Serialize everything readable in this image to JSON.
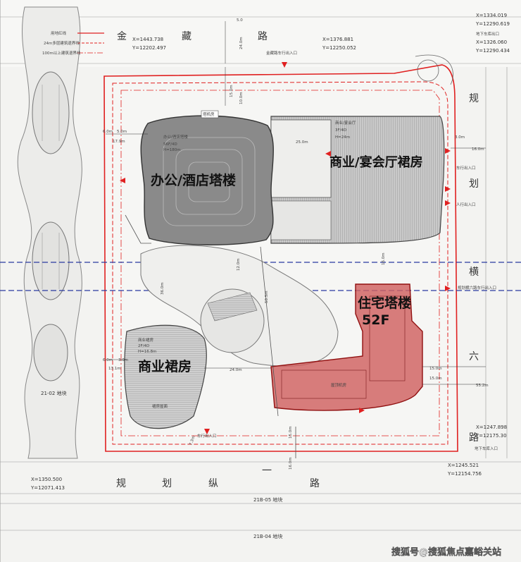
{
  "big_labels": {
    "office_hotel_tower": "办公/酒店塔楼",
    "commercial_banquet_podium": "商业/宴会厅裙房",
    "residential_tower": "住宅塔楼",
    "residential_floors": "52F",
    "commercial_podium": "商业裙房"
  },
  "roads": {
    "north_road_chars": [
      "金",
      "藏",
      "路"
    ],
    "east_road_chars": [
      "规",
      "划",
      "横",
      "六",
      "路"
    ],
    "south_road_chars": [
      "规",
      "划",
      "纵",
      "一",
      "路"
    ]
  },
  "coordinates": [
    {
      "x": "X=1443.738",
      "y": "Y=12202.497"
    },
    {
      "x": "X=1376.881",
      "y": "Y=12250.052"
    },
    {
      "x": "X=1334.019",
      "y": "Y=12290.619"
    },
    {
      "x": "X=1326.060",
      "y": "Y=12290.434"
    },
    {
      "x": "X=1350.500",
      "y": "Y=12071.413"
    },
    {
      "x": "X=1245.521",
      "y": "Y=12154.756"
    },
    {
      "x": "X=1247.898",
      "y": "Y=12175.30"
    }
  ],
  "legend": [
    "用地红线",
    "24m多层建筑退界线",
    "100m以上建筑退界线"
  ],
  "parcels": {
    "west": "21-02 地块",
    "south": "21B-05 地块",
    "south2": "21B-04 地块"
  },
  "building_notes": {
    "office": [
      "办公/酒店塔楼",
      "56F/4D",
      "H=180m"
    ],
    "commercial": [
      "商业/宴会厅",
      "3F/4D",
      "H=24m"
    ],
    "podium": [
      "商业裙房",
      "2F/4D",
      "H=16.8m"
    ],
    "podium_roof": "裙房屋面",
    "residential_roof": "屋顶机房",
    "lobby": "塔机房"
  },
  "dimensions": [
    "5.0",
    "24.0m",
    "15.0m",
    "10.0m",
    "6.0m",
    "5.0m",
    "17.9m",
    "25.0m",
    "3.0m",
    "16.0m",
    "12.0m",
    "36.0m",
    "50.5m",
    "16.0m",
    "24.0m",
    "6.0m",
    "3.0m",
    "13.1m",
    "15.0m",
    "15.0m",
    "55.2m",
    "15.0m",
    "16.0m",
    "7.3m"
  ],
  "entrances": [
    "金藏路车行出入口",
    "地下车库出口",
    "车行出入口",
    "人行出入口",
    "地下车库入口",
    "车行出入口",
    "规划横六路车行出入口"
  ],
  "watermark": "搜狐号@搜狐焦点嘉峪关站",
  "colors": {
    "red_line": "#e02020",
    "residential_fill": "#d06060",
    "tower_gray": "#8a8a8a",
    "hatch_gray": "#b0b0b0",
    "blue_axis": "#2a3aa0"
  }
}
